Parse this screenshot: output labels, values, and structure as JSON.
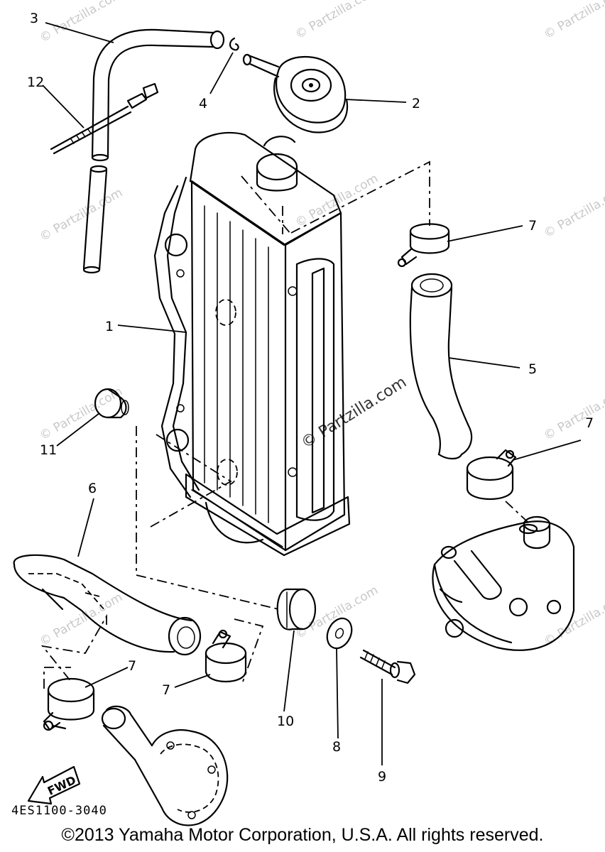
{
  "callouts": {
    "c1": "1",
    "c2": "2",
    "c3": "3",
    "c4": "4",
    "c5": "5",
    "c6": "6",
    "c7a": "7",
    "c7b": "7",
    "c7c": "7",
    "c7d": "7",
    "c8": "8",
    "c9": "9",
    "c10": "10",
    "c11": "11",
    "c12": "12"
  },
  "fwd_label": "FWD",
  "diagram_code": "4ES1100-3040",
  "copyright": "©2013 Yamaha Motor Corporation, U.S.A. All rights reserved.",
  "watermark": {
    "text": "© Partzilla.com"
  }
}
